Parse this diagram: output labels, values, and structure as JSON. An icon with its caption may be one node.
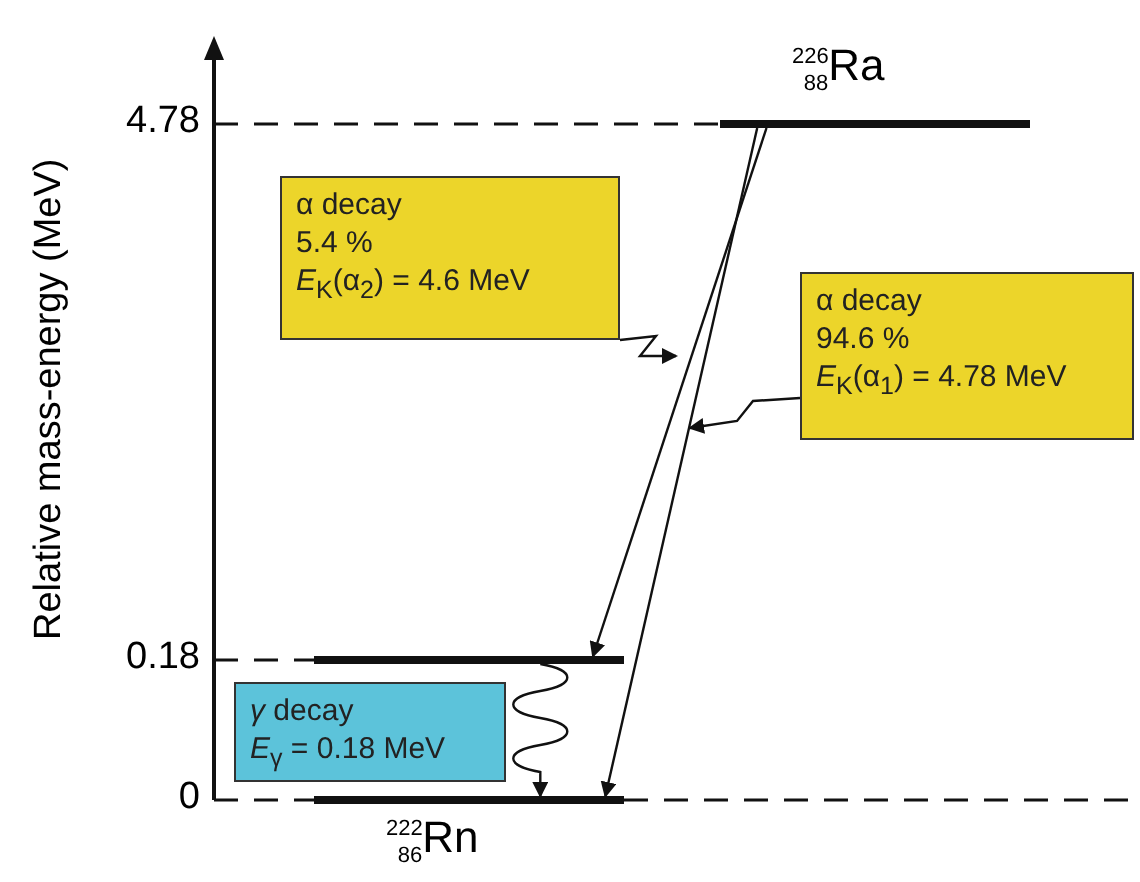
{
  "diagram": {
    "nodes": [
      {
        "text": [
          "$^{226}$$_{88}$Ra"
        ]
      },
      {
        "text": [],
        "shape": "bar"
      },
      {
        "text": [
          "$^{222}$$_{86}$Rn"
        ]
      },
      {
        "text": [
          "α decay",
          "5.4 %",
          "*E*$_{K}$(α$_{2}$) = 4.6 MeV"
        ]
      },
      {
        "text": [
          "α decay",
          "94.6 %",
          "*E*$_{K}$(α$_{1}$) = 4.78 MeV"
        ]
      },
      {
        "text": [
          "*γ* decay",
          "*E*$_{γ}$ = 0.18 MeV"
        ]
      }
    ],
    "edges": [
      {
        "from": 0,
        "to": 1,
        "arrow": "to"
      },
      {
        "from": 0,
        "to": 2,
        "arrow": "to"
      },
      {
        "from": 1,
        "to": 2,
        "arrow": "to"
      },
      {
        "from": 3,
        "to": null,
        "arrow": "to"
      },
      {
        "from": 4,
        "to": null,
        "arrow": "to"
      }
    ],
    "labels": [
      "4.78",
      "0.18",
      "0",
      "Relative mass-energy (MeV)"
    ]
  }
}
